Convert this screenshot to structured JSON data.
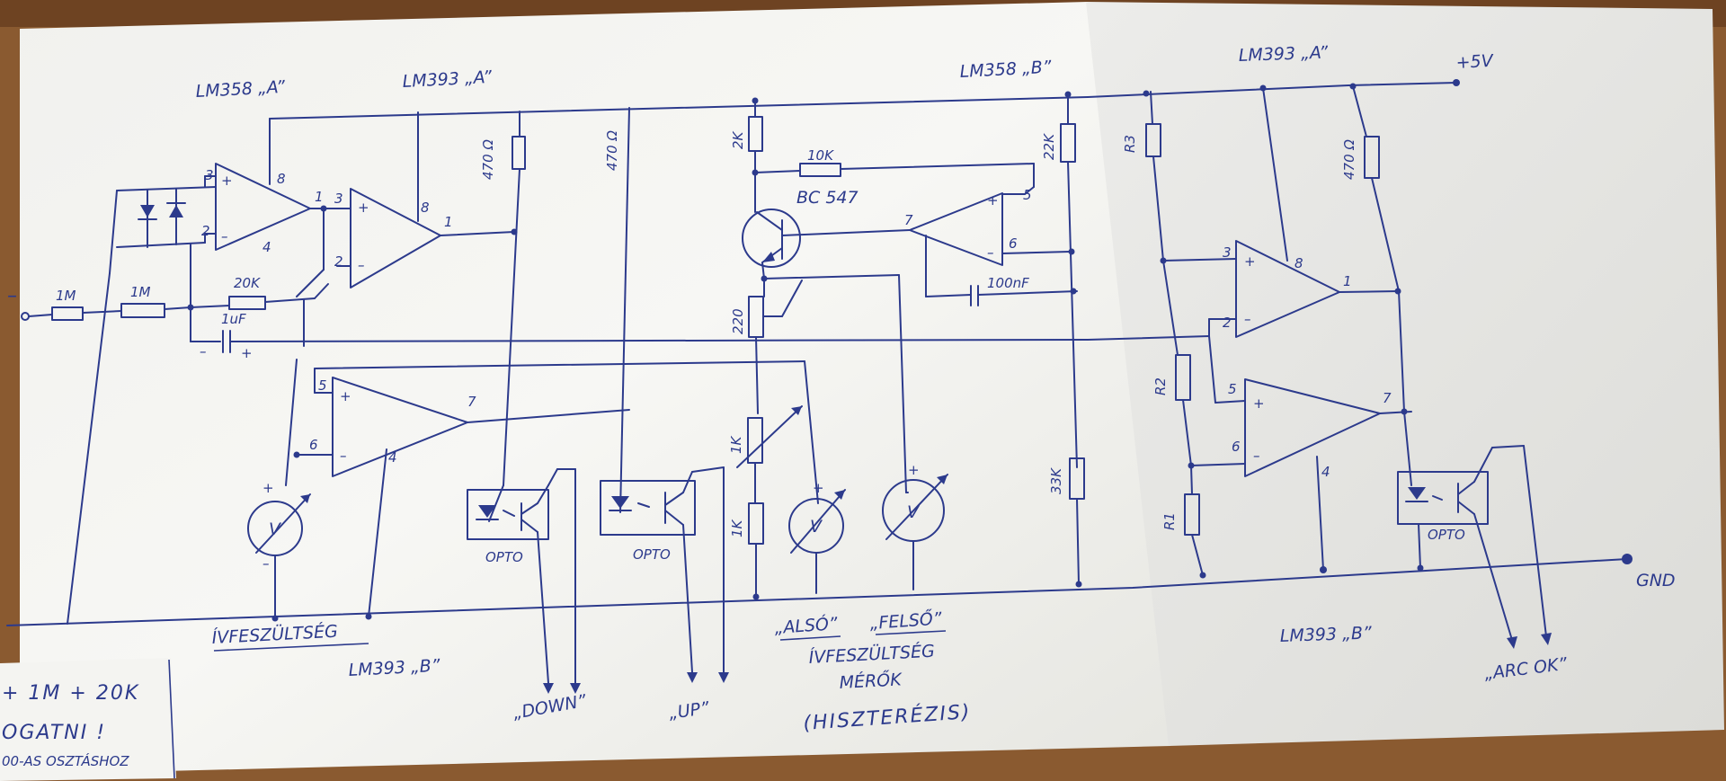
{
  "labels": {
    "lm358a": "LM358 „A”",
    "lm393a_left": "LM393 „A”",
    "lm358b": "LM358 „B”",
    "lm393a_right": "LM393 „A”",
    "plus5v": "+5V",
    "gnd": "GND",
    "lm393b_left": "LM393 „B”",
    "lm393b_right": "LM393 „B”",
    "ivfesz": "ÍVFESZÜLTSÉG",
    "down": "„DOWN”",
    "up": "„UP”",
    "also": "„ALSÓ”",
    "felso": "„FELSŐ”",
    "ivfesz_merok_1": "ÍVFESZÜLTSÉG",
    "ivfesz_merok_2": "MÉRŐK",
    "hiszterezis": "(HISZTERÉZIS)",
    "arc_ok": "„ARC OK”",
    "note_1": "+ 1M + 20K",
    "note_2": "OGATNI !",
    "note_3": "00-AS OSZTÁSHOZ",
    "minus_input": "–"
  },
  "components": {
    "r_1m_a": "1M",
    "r_1m_b": "1M",
    "r_20k": "20K",
    "c_1uf": "1uF",
    "r_470_1": "470 Ω",
    "r_470_2": "470 Ω",
    "r_2k": "2K",
    "r_10k": "10K",
    "transistor": "BC 547",
    "r_22k": "22K",
    "c_100nf": "100nF",
    "pot_220": "220",
    "pot_1k": "1K",
    "r_1k": "1K",
    "r_33k": "33K",
    "r3": "R3",
    "r2": "R2",
    "r1": "R1",
    "r_470_3": "470 Ω",
    "opto": "OPTO",
    "meter": "V"
  },
  "pins": {
    "p1": "1",
    "p2": "2",
    "p3": "3",
    "p4": "4",
    "p5": "5",
    "p6": "6",
    "p7": "7",
    "p8": "8",
    "plus": "+",
    "minus": "–"
  }
}
